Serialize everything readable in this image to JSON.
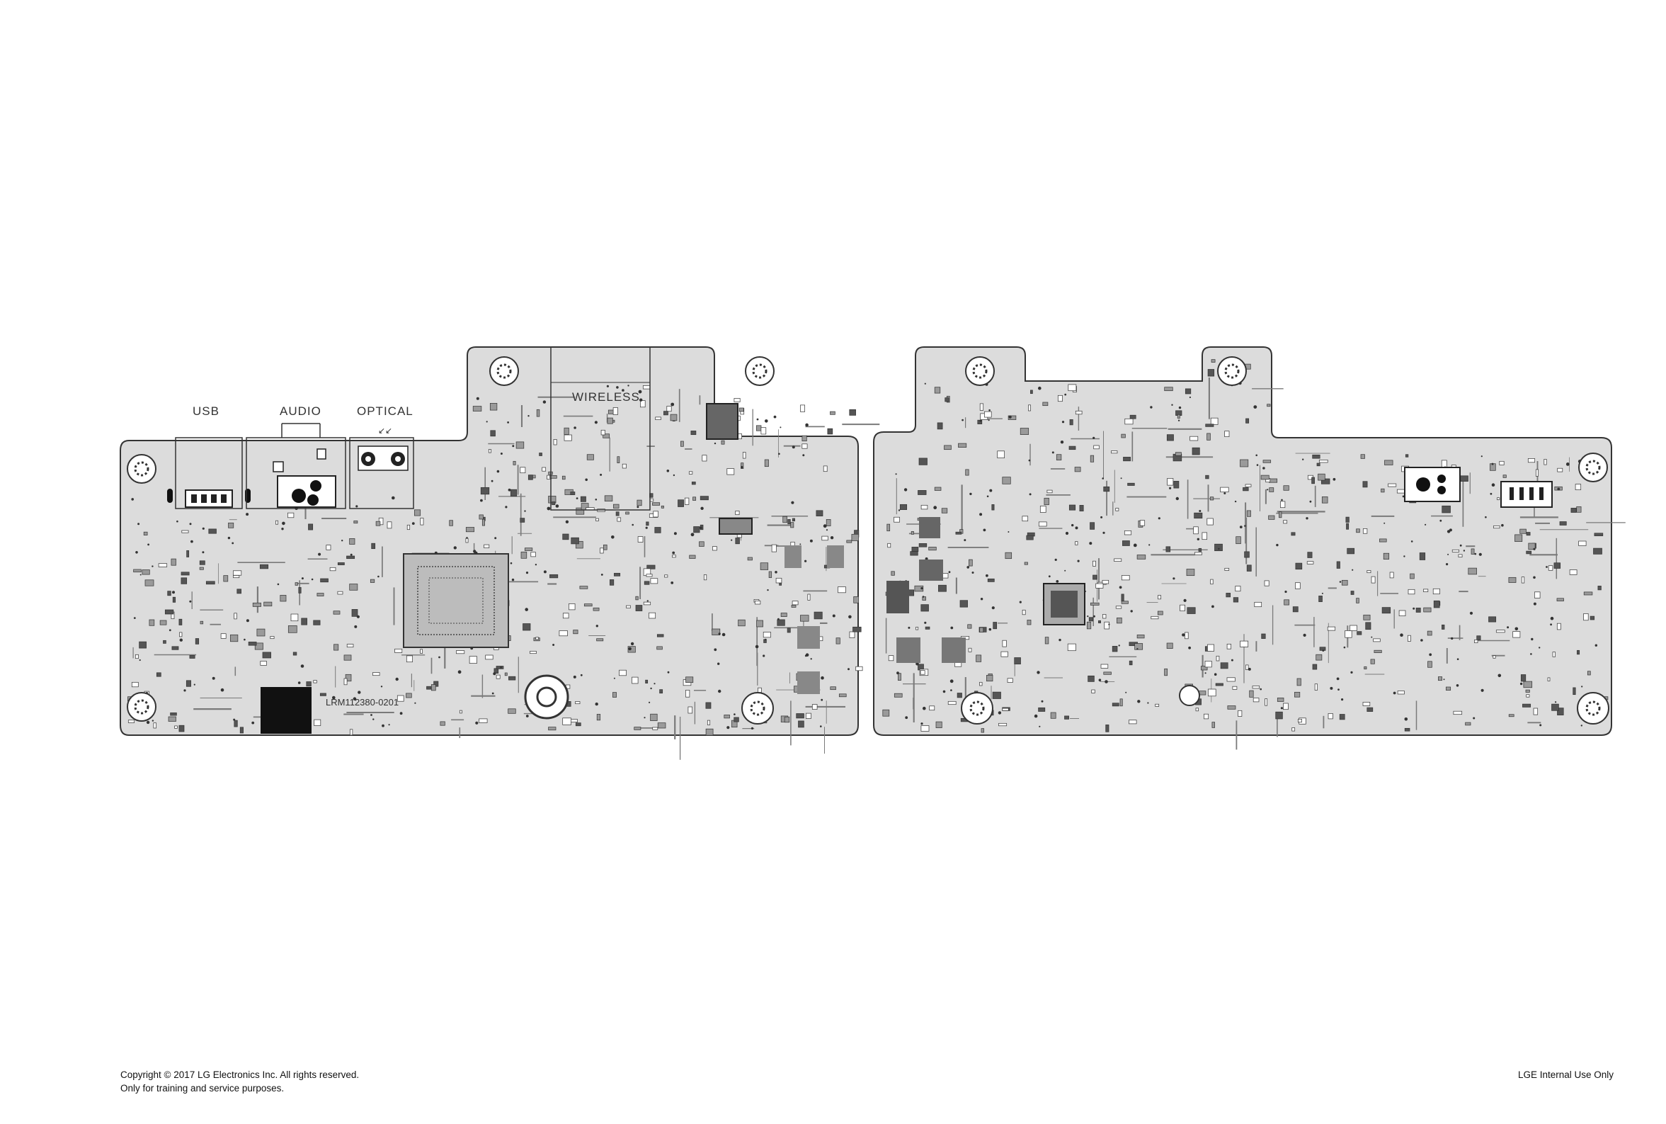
{
  "connector_labels": {
    "usb": "USB",
    "audio": "AUDIO",
    "optical": "OPTICAL",
    "wireless": "WIRELESS"
  },
  "board_part_number": "LRM112380-0201",
  "footer": {
    "copyright": "Copyright © 2017 LG Electronics Inc. All rights reserved.",
    "usage_note": "Only for training and service purposes.",
    "classification": "LGE Internal Use Only"
  },
  "colors": {
    "board_fill": "#dcdcdc",
    "board_outline": "#333333",
    "component_dark": "#555555",
    "component_black": "#111111",
    "trace": "#7a7a7a"
  }
}
